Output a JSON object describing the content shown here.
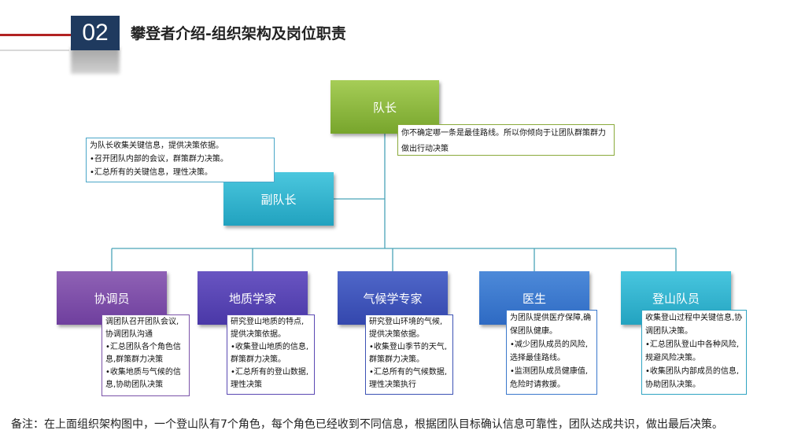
{
  "header": {
    "section_number": "02",
    "title": "攀登者介绍-组织架构及岗位职责"
  },
  "roles": {
    "leader": {
      "label": "队长",
      "note": [
        "你不确定哪一条是最佳路线。所以你倾向于让团队群策群力做出行动决策"
      ]
    },
    "deputy": {
      "label": "副队长",
      "note": [
        "为队长收集关键信息，提供决策依据。",
        "•召开团队内部的会议，群策群力决策。",
        "•汇总所有的关键信息，理性决策。"
      ]
    },
    "coordinator": {
      "label": "协调员",
      "note": [
        "调团队召开团队会议,协调团队沟通",
        "•汇总团队各个角色信息,群策群力决策",
        "•收集地质与气候的信息,协助团队决策"
      ]
    },
    "geologist": {
      "label": "地质学家",
      "note": [
        "研究登山地质的特点,提供决策依据。",
        "•收集登山地质的信息,群策群力决策。",
        "•汇总所有的登山数据,理性决策"
      ]
    },
    "climatologist": {
      "label": "气候学专家",
      "note": [
        "研究登山环境的气候,提供决策依据。",
        "•收集登山季节的天气,群策群力决策。",
        "•汇总所有的气候数据,理性决策执行"
      ]
    },
    "doctor": {
      "label": "医生",
      "note": [
        "为团队提供医疗保障,确保团队健康。",
        "•减少团队成员的风险,选择最佳路线。",
        "•监测团队成员健康值,危险时请救援。"
      ]
    },
    "climber": {
      "label": "登山队员",
      "note": [
        "收集登山过程中关键信息,协调团队决策。",
        "•汇总团队登山中各种风险,规避风险决策。",
        "•收集团队内部成员的信息,协助团队决策。"
      ]
    }
  },
  "colors": {
    "leader": "#8dbb43",
    "deputy": "#31b3cf",
    "coordinator": "#7d4faa",
    "geologist": "#5846b4",
    "climatologist": "#3f57bb",
    "doctor": "#3a7acd",
    "climber": "#33b3cf",
    "connector": "#4aa3b8"
  },
  "footnote": "备注：在上面组织架构图中，一个登山队有7个角色，每个角色已经收到不同信息，根据团队目标确认信息可靠性，团队达成共识，做出最后决策。"
}
